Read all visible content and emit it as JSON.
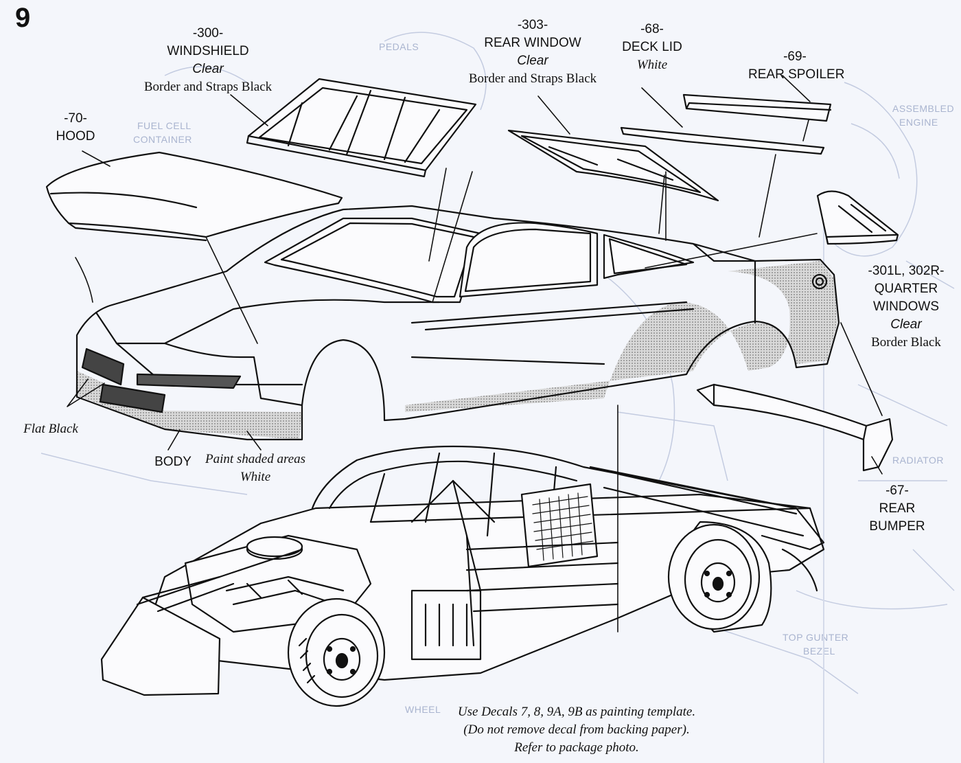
{
  "step_number": "9",
  "parts": {
    "windshield": {
      "number": "-300-",
      "name": "WINDSHIELD",
      "color": "Clear",
      "detail": "Border and Straps Black"
    },
    "rear_window": {
      "number": "-303-",
      "name": "REAR WINDOW",
      "color": "Clear",
      "detail": "Border and Straps Black"
    },
    "deck_lid": {
      "number": "-68-",
      "name": "DECK LID",
      "color": "White"
    },
    "rear_spoiler": {
      "number": "-69-",
      "name": "REAR SPOILER"
    },
    "hood": {
      "number": "-70-",
      "name": "HOOD"
    },
    "quarter_windows": {
      "number": "-301L, 302R-",
      "name_line1": "QUARTER",
      "name_line2": "WINDOWS",
      "color": "Clear",
      "detail": "Border Black"
    },
    "rear_bumper": {
      "number": "-67-",
      "name_line1": "REAR",
      "name_line2": "BUMPER"
    },
    "body": {
      "name": "BODY"
    }
  },
  "callouts": {
    "flat_black": "Flat Black",
    "paint_shaded_line1": "Paint shaded areas",
    "paint_shaded_line2": "White"
  },
  "footer_note": {
    "line1": "Use Decals 7, 8, 9A, 9B as painting template.",
    "line2": "(Do not remove decal from backing paper).",
    "line3": "Refer to package photo."
  },
  "background_bleed": {
    "pedals": "PEDALS",
    "assembled_engine_1": "ASSEMBLED",
    "assembled_engine_2": "ENGINE",
    "fuel_cell_1": "FUEL CELL",
    "fuel_cell_2": "CONTAINER",
    "radiator": "RADIATOR",
    "top_gunter_1": "TOP GUNTER",
    "top_gunter_2": "BEZEL",
    "wheel": "WHEEL"
  },
  "colors": {
    "paper": "#f4f6fb",
    "ink": "#111111",
    "shade": "#b9b9b9",
    "bleed": "#a9b4cf"
  }
}
